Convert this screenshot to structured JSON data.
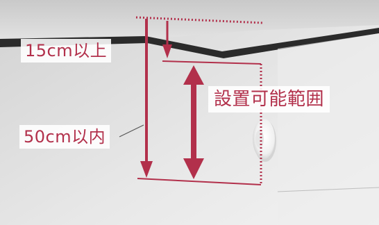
{
  "annotations": {
    "top_clearance_label": "15cm以上",
    "max_distance_label": "50cm以内",
    "install_range_label": "設置可能範囲"
  },
  "colors": {
    "accent": "#b2304b",
    "wall": "#d9d9d9",
    "ceiling_edge": "#2b2b2b"
  },
  "icons": {
    "device": "smoke-detector-icon"
  }
}
